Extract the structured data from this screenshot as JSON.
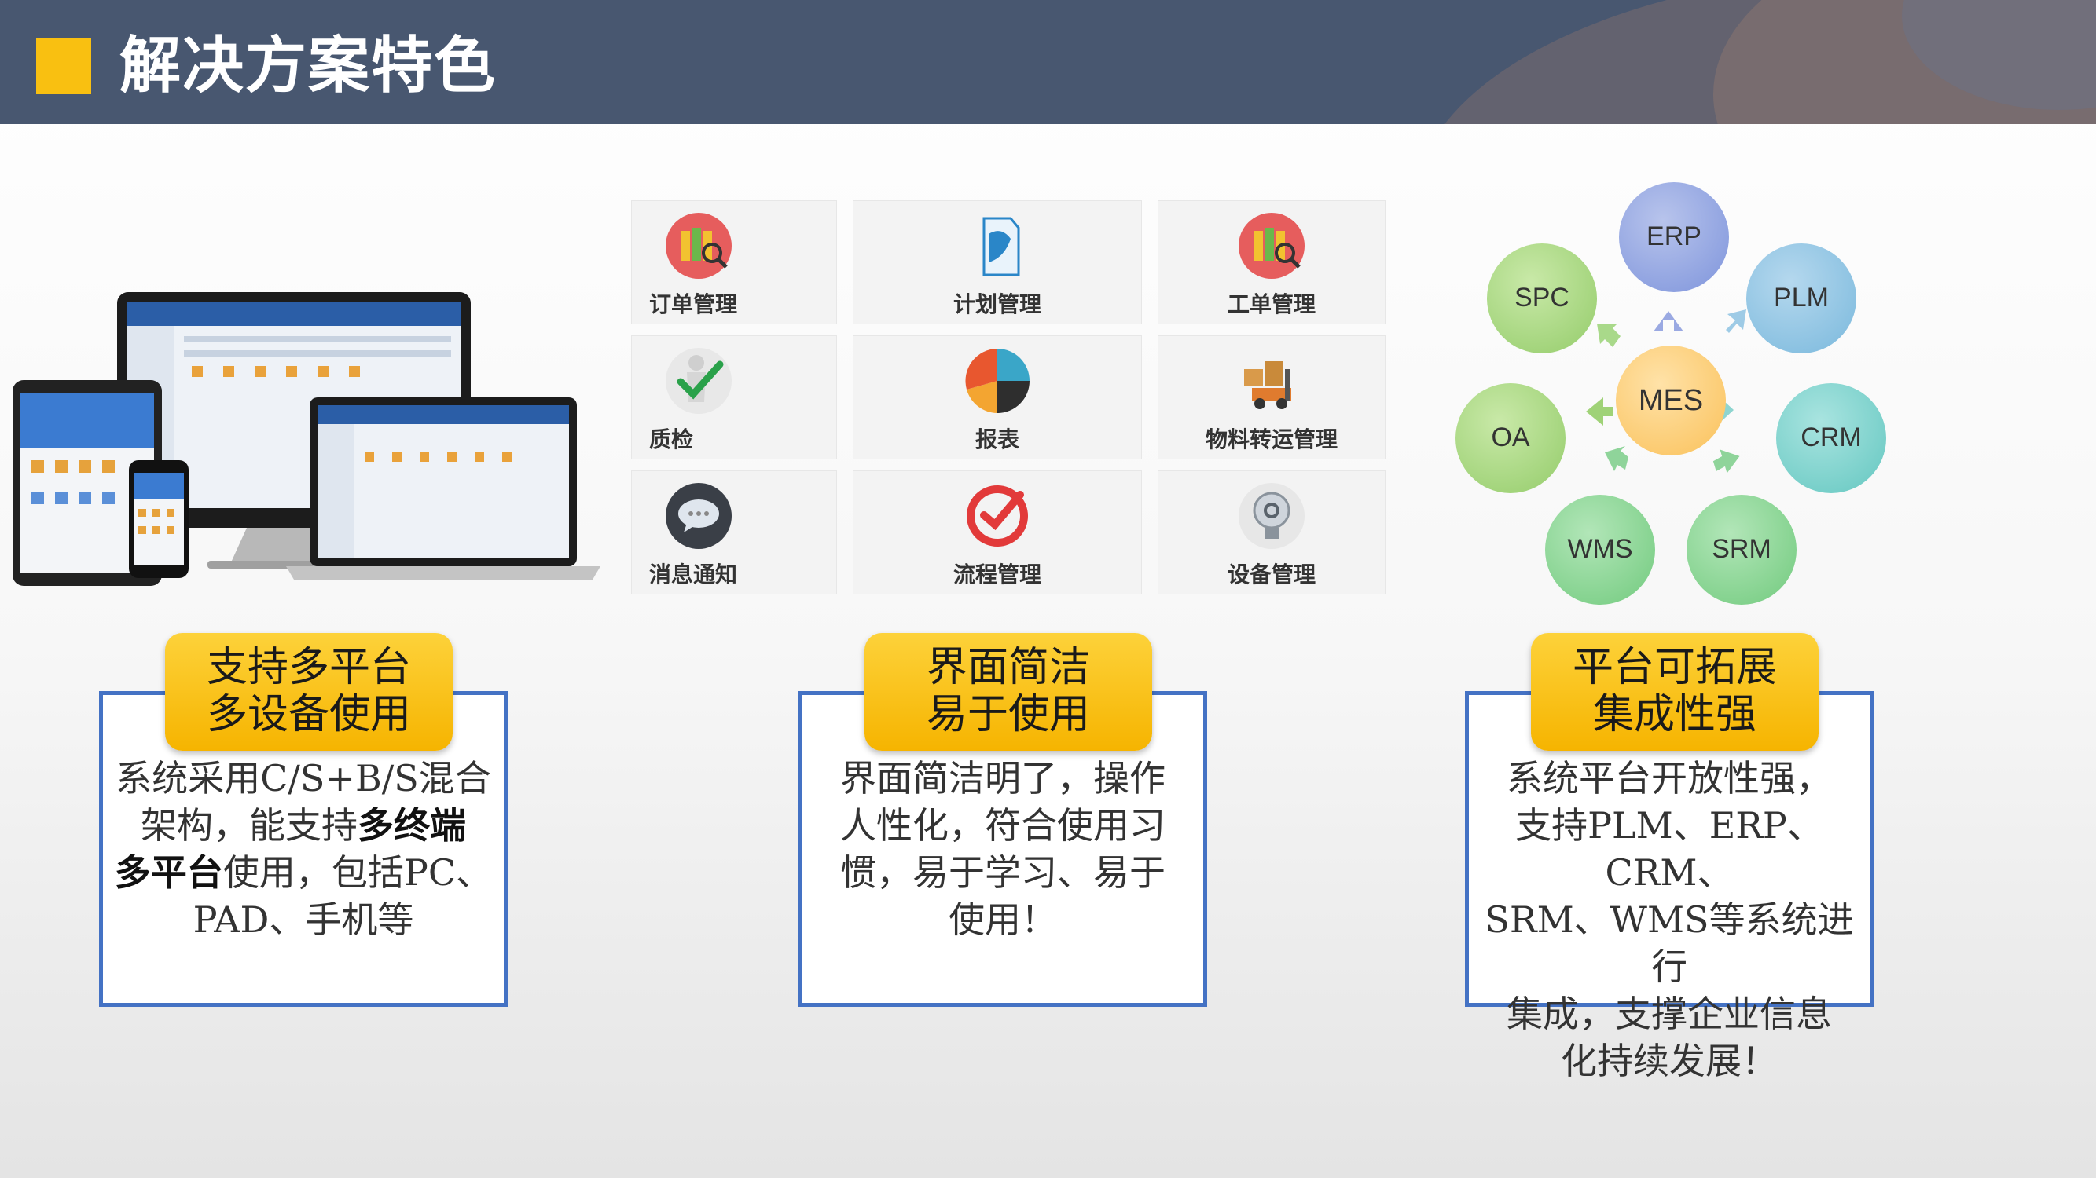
{
  "title": "解决方案特色",
  "modules": [
    {
      "label": "订单管理",
      "icon": "binders-icon"
    },
    {
      "label": "计划管理",
      "icon": "document-icon"
    },
    {
      "label": "工单管理",
      "icon": "binders-icon"
    },
    {
      "label": "质检",
      "icon": "check-figure-icon"
    },
    {
      "label": "报表",
      "icon": "pie-chart-icon"
    },
    {
      "label": "物料转运管理",
      "icon": "forklift-icon"
    },
    {
      "label": "消息通知",
      "icon": "chat-bubble-icon"
    },
    {
      "label": "流程管理",
      "icon": "process-check-icon"
    },
    {
      "label": "设备管理",
      "icon": "lightbulb-gear-icon"
    }
  ],
  "diagram": {
    "center": "MES",
    "nodes": [
      "ERP",
      "PLM",
      "CRM",
      "SRM",
      "WMS",
      "OA",
      "SPC"
    ]
  },
  "features": [
    {
      "title1": "支持多平台",
      "title2": "多设备使用",
      "body": [
        "系统采用C/S+B/S混合",
        "架构，能支持",
        "多终端",
        "多平台",
        "使用，包括PC、",
        "PAD、手机等"
      ]
    },
    {
      "title1": "界面简洁",
      "title2": "易于使用",
      "body": [
        "界面简洁明了，操作",
        "人性化，符合使用习",
        "惯，易于学习、易于",
        "使用！"
      ]
    },
    {
      "title1": "平台可拓展",
      "title2": "集成性强",
      "body": [
        "系统平台开放性强，",
        "支持PLM、ERP、CRM、",
        "SRM、WMS等系统进行",
        "集成，支撑企业信息",
        "化持续发展！"
      ]
    }
  ],
  "colors": {
    "header": "#485770",
    "accent": "#f9c011",
    "card_border": "#4472c4"
  }
}
